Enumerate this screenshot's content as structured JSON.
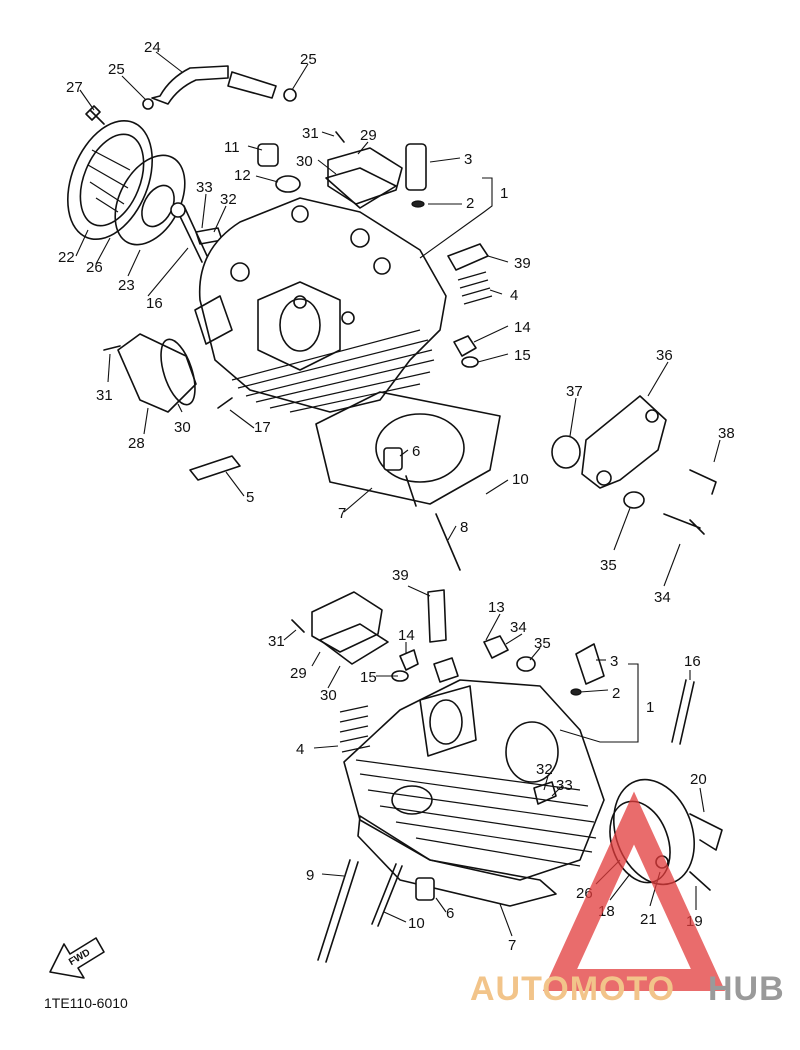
{
  "diagram": {
    "code": "1TE110-6010",
    "fwd_label": "FWD",
    "watermark": {
      "word_a": "AUTOMOTO",
      "word_b": "HUB",
      "color_a": "#f2c48a",
      "color_b": "#9a9a9a",
      "logo_color": "#e23b3b"
    },
    "callouts": [
      "24",
      "25",
      "25",
      "27",
      "31",
      "29",
      "11",
      "3",
      "30",
      "12",
      "2",
      "1",
      "33",
      "32",
      "39",
      "22",
      "26",
      "23",
      "16",
      "4",
      "14",
      "15",
      "31",
      "36",
      "37",
      "30",
      "28",
      "17",
      "6",
      "38",
      "10",
      "5",
      "7",
      "8",
      "35",
      "34",
      "39",
      "13",
      "34",
      "35",
      "31",
      "14",
      "3",
      "16",
      "29",
      "2",
      "30",
      "15",
      "1",
      "4",
      "32",
      "33",
      "20",
      "26",
      "18",
      "21",
      "19",
      "9",
      "10",
      "6",
      "7"
    ]
  }
}
